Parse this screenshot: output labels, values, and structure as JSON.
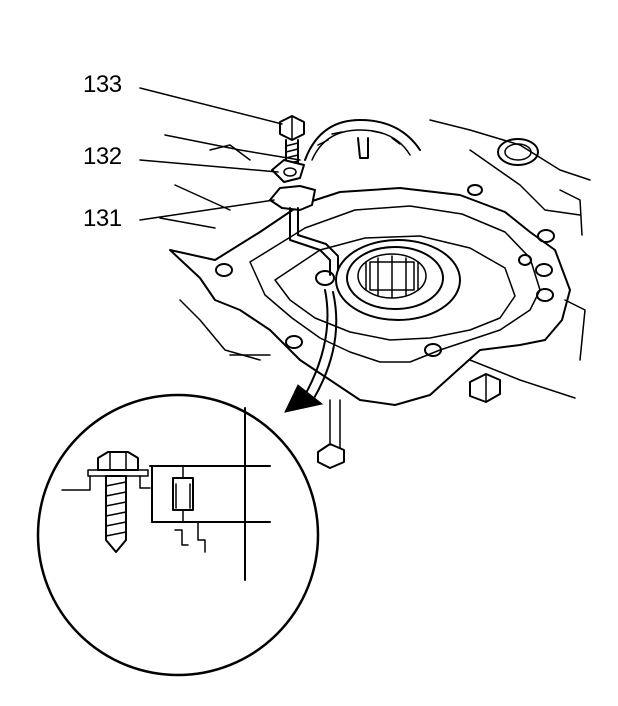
{
  "callouts": {
    "c133": "133",
    "c132": "132",
    "c131": "131"
  },
  "colors": {
    "line": "#000000",
    "background": "#ffffff"
  }
}
